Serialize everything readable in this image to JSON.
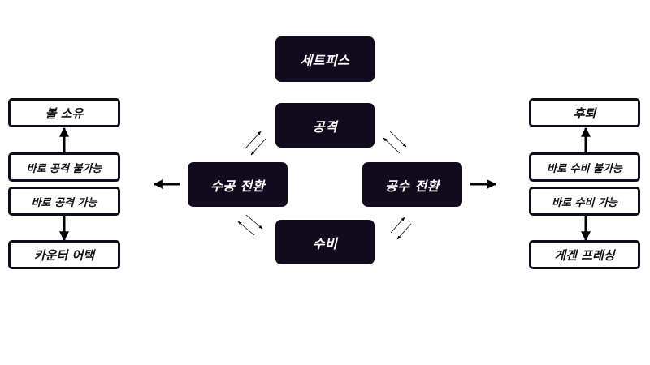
{
  "center": {
    "setpiece": "세트피스",
    "attack": "공격",
    "atk_to_def": "수공 전환",
    "def_to_atk": "공수 전환",
    "defense": "수비"
  },
  "left": {
    "ball_possession": "볼 소유",
    "no_direct_attack": "바로 공격 불가능",
    "direct_attack": "바로 공격 가능",
    "counter_attack": "카운터 어택"
  },
  "right": {
    "retreat": "후퇴",
    "no_direct_defense": "바로 수비 불가능",
    "direct_defense": "바로 수비 가능",
    "gegenpressing": "게겐 프레싱"
  }
}
